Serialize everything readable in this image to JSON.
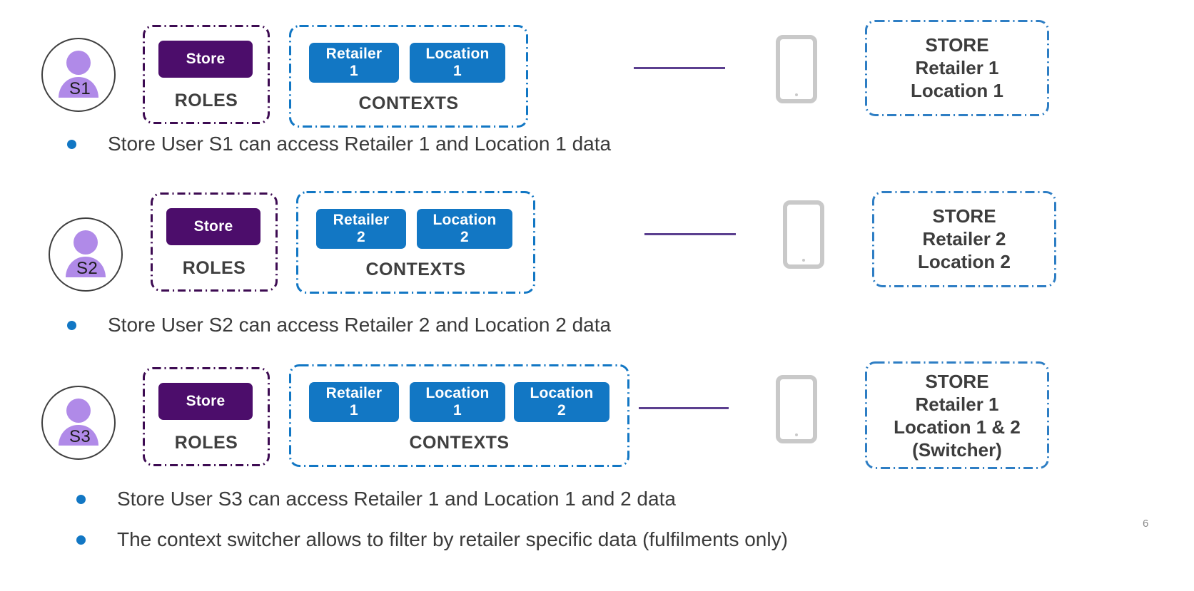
{
  "slide": {
    "page_number": "6",
    "colors": {
      "role_chip": "#4c0d6b",
      "context_chip": "#1277c4",
      "roles_border": "#3d0b52",
      "contexts_border": "#1277c4",
      "storebox_border": "#2e7ec4",
      "connector": "#5b3f8f",
      "avatar_person": "#b08ae8",
      "avatar_ring": "#3f3f3f",
      "tablet": "#c8c8c8",
      "bullet_dot": "#1277c4",
      "text": "#3a3a3a"
    },
    "captions": {
      "roles": "ROLES",
      "contexts": "CONTEXTS"
    },
    "rows": [
      {
        "id": "s1",
        "avatar_label": "S1",
        "avatar_icon": "person-icon",
        "roles": [
          {
            "line1": "Store",
            "line2": ""
          }
        ],
        "contexts": [
          {
            "line1": "Retailer",
            "line2": "1"
          },
          {
            "line1": "Location",
            "line2": "1"
          }
        ],
        "device_icon": "tablet-icon",
        "store_box": [
          "STORE",
          "Retailer 1",
          "Location 1"
        ],
        "bullet": "Store User S1 can access Retailer 1 and Location 1 data"
      },
      {
        "id": "s2",
        "avatar_label": "S2",
        "avatar_icon": "person-icon",
        "roles": [
          {
            "line1": "Store",
            "line2": ""
          }
        ],
        "contexts": [
          {
            "line1": "Retailer",
            "line2": "2"
          },
          {
            "line1": "Location",
            "line2": "2"
          }
        ],
        "device_icon": "tablet-icon",
        "store_box": [
          "STORE",
          "Retailer 2",
          "Location 2"
        ],
        "bullet": "Store User S2 can access Retailer 2 and Location 2 data"
      },
      {
        "id": "s3",
        "avatar_label": "S3",
        "avatar_icon": "person-icon",
        "roles": [
          {
            "line1": "Store",
            "line2": ""
          }
        ],
        "contexts": [
          {
            "line1": "Retailer",
            "line2": "1"
          },
          {
            "line1": "Location",
            "line2": "1"
          },
          {
            "line1": "Location",
            "line2": "2"
          }
        ],
        "device_icon": "tablet-icon",
        "store_box": [
          "STORE",
          "Retailer 1",
          "Location 1 & 2",
          "(Switcher)"
        ],
        "bullet": "Store User S3 can access Retailer 1 and Location 1 and 2 data"
      }
    ],
    "final_bullet": "The context switcher allows to filter by retailer specific data (fulfilments only)"
  }
}
